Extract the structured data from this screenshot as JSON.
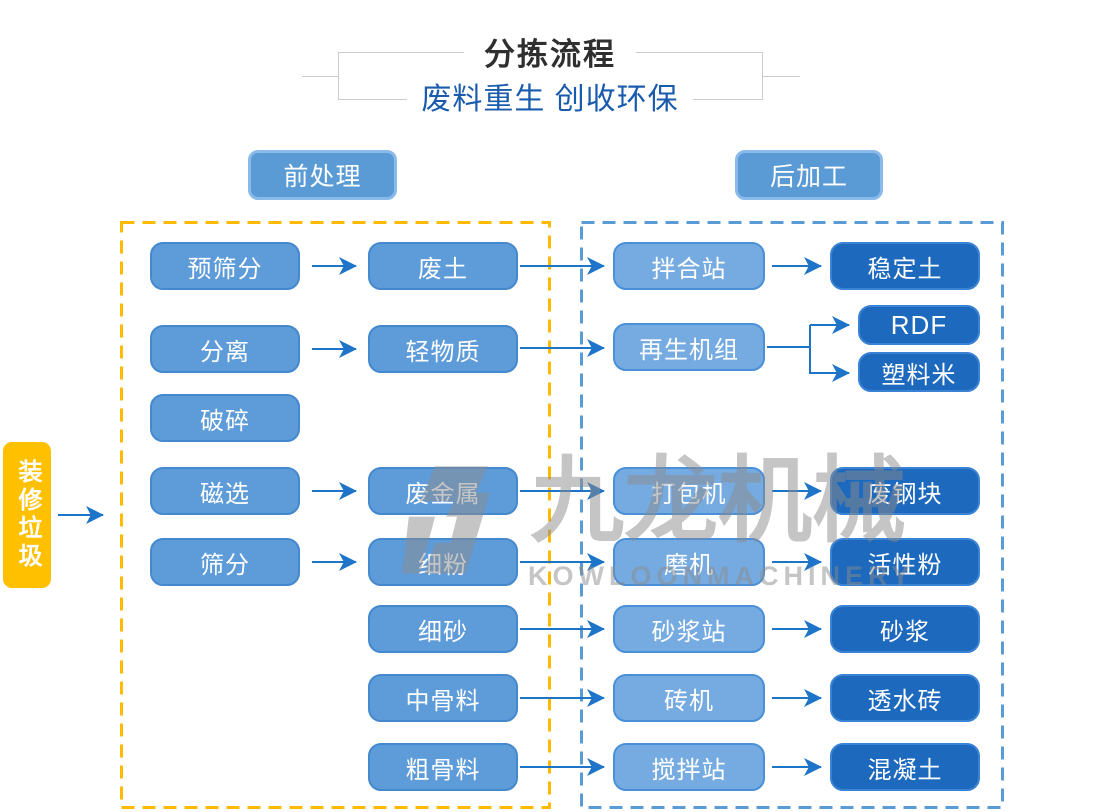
{
  "header": {
    "title": "分拣流程",
    "subtitle": "废料重生 创收环保"
  },
  "sections": {
    "pre_label": "前处理",
    "post_label": "后加工"
  },
  "source": {
    "label": "装修垃圾"
  },
  "watermark": {
    "cn": "九龙机械",
    "en": "KOWLOONMACHINERY"
  },
  "nodes": {
    "col1": [
      "预筛分",
      "分离",
      "破碎",
      "磁选",
      "筛分"
    ],
    "col2": [
      "废土",
      "轻物质",
      "废金属",
      "细粉",
      "细砂",
      "中骨料",
      "粗骨料"
    ],
    "col3": [
      "拌合站",
      "再生机组",
      "打包机",
      "磨机",
      "砂浆站",
      "砖机",
      "搅拌站"
    ],
    "col4": [
      "稳定土",
      "RDF",
      "塑料米",
      "废钢块",
      "活性粉",
      "砂浆",
      "透水砖",
      "混凝土"
    ]
  },
  "colors": {
    "accent_yellow": "#FFC000",
    "dash_yellow": "#FFB900",
    "dash_blue": "#5B9BD5",
    "node_light": "#5E9BD9",
    "node_mid": "#76ABE1",
    "node_dark": "#1D69BE",
    "arrow": "#1E74C8",
    "subtitle_blue": "#1A5BAD"
  }
}
